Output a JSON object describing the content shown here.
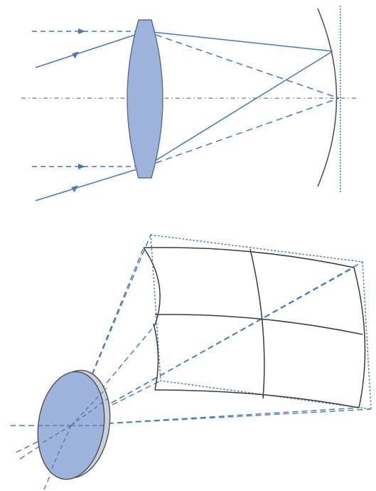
{
  "figure": {
    "panels": [
      {
        "name": "lens-focusing-to-curved-surface",
        "elements": [
          "biconvex-lens",
          "optical-axis",
          "curved-focal-surface",
          "flat-image-plane",
          "incoming-rays"
        ]
      },
      {
        "name": "lens-projecting-curved-field",
        "elements": [
          "lens-disc",
          "curved-image-grid",
          "flat-image-plane",
          "projection-rays"
        ]
      }
    ]
  },
  "colors": {
    "ray": "#4a78b5",
    "lens_fill": "#9db3dc",
    "lens_edge": "#5c6d8e",
    "dark_line": "#3a3a3a",
    "axis": "#7a90b8",
    "lens_side": "#c9cfdb"
  }
}
